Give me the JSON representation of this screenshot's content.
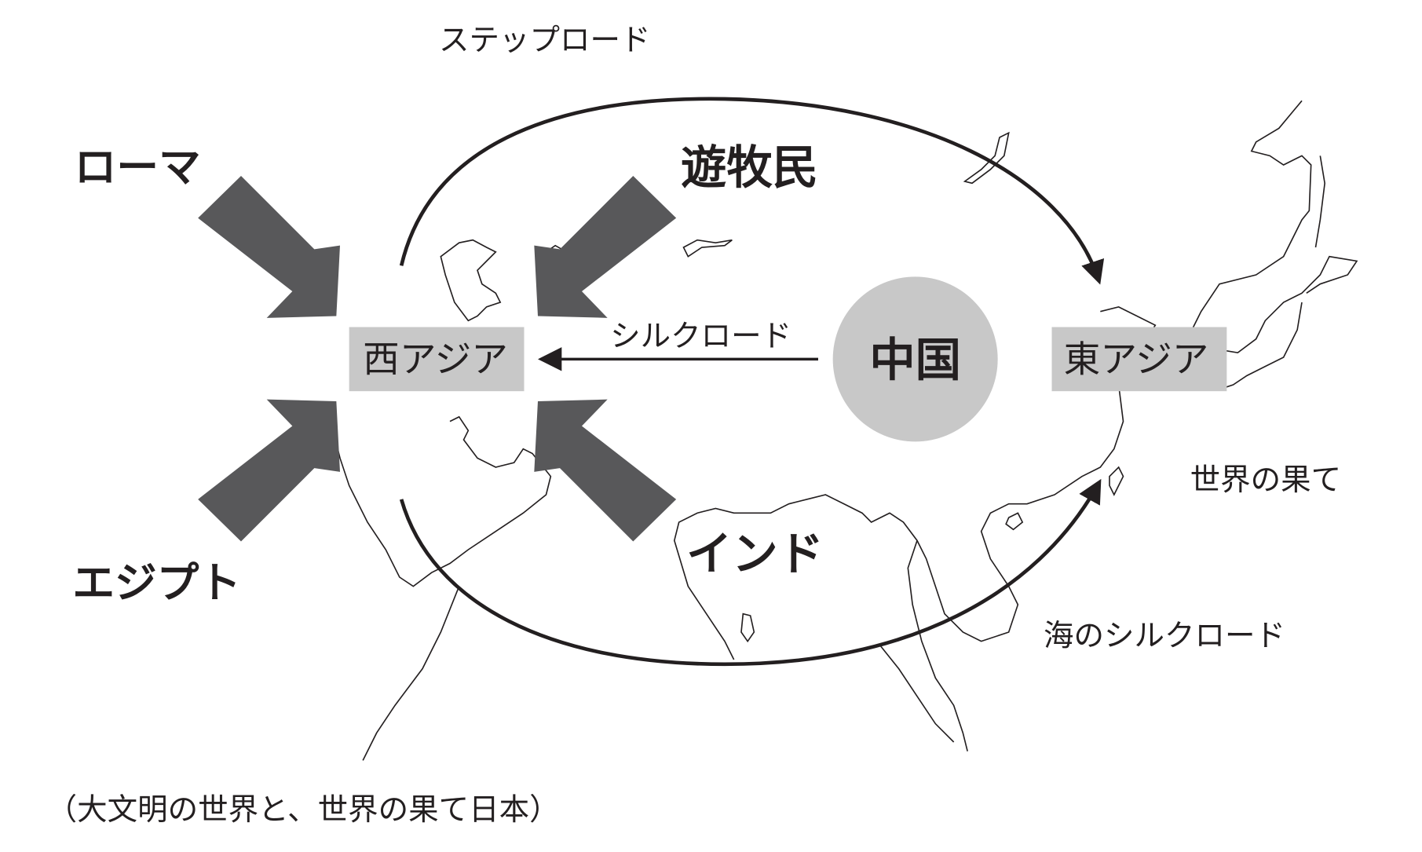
{
  "labels": {
    "steppe_road": "ステップロード",
    "rome": "ローマ",
    "nomads": "遊牧民",
    "west_asia": "西アジア",
    "silk_road": "シルクロード",
    "china": "中国",
    "east_asia": "東アジア",
    "edge_of_world": "世界の果て",
    "egypt": "エジプト",
    "india": "インド",
    "maritime_silk_road": "海のシルクロード",
    "caption": "（大文明の世界と、世界の果て日本）"
  },
  "colors": {
    "arrow_fill": "#58585a",
    "box_fill": "#c8c8c8",
    "ink": "#231f20"
  }
}
